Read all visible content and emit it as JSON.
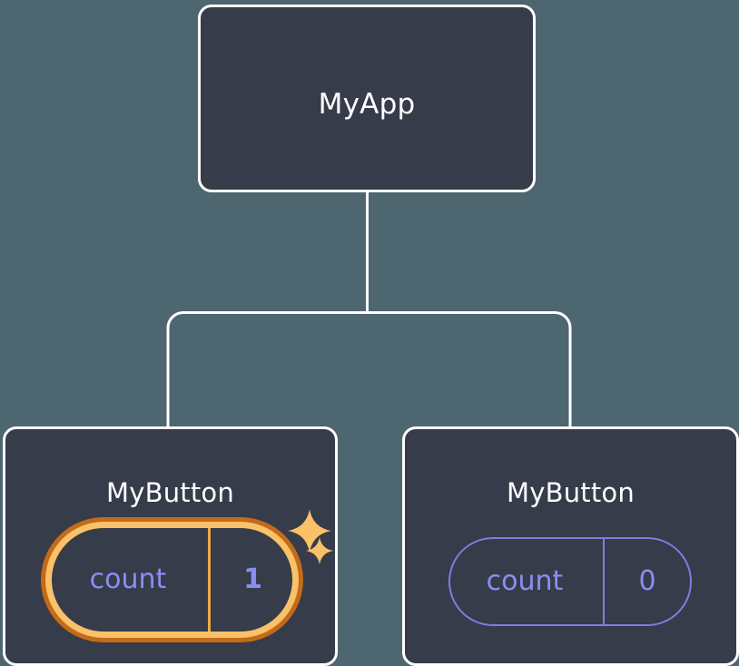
{
  "diagram": {
    "type": "component-tree",
    "title_text": "React component tree with independent state",
    "background_color": "#4d6670",
    "node_fill_color": "#363c4a",
    "node_border_color": "#ffffff",
    "connector_color": "#ffffff",
    "highlight_outer_color": "#c46a18",
    "highlight_inner_color": "#fbc168",
    "state_text_color": "#8b8ef0",
    "plain_pill_border_color": "#7b7fe0",
    "sparkle_color": "#fbc168"
  },
  "root": {
    "label": "MyApp"
  },
  "children": [
    {
      "label": "MyButton",
      "state": {
        "key": "count",
        "value": "1"
      },
      "highlighted": "true",
      "sparkles": [
        {
          "name": "sparkle-large"
        },
        {
          "name": "sparkle-small"
        }
      ]
    },
    {
      "label": "MyButton",
      "state": {
        "key": "count",
        "value": "0"
      },
      "highlighted": "false"
    }
  ],
  "edges": [
    {
      "from": "MyApp",
      "to": "MyButton (count 1)"
    },
    {
      "from": "MyApp",
      "to": "MyButton (count 0)"
    }
  ]
}
